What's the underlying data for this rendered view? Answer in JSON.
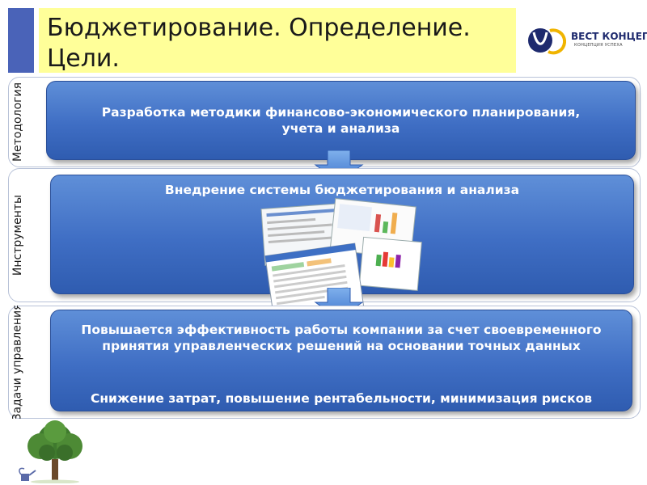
{
  "title": {
    "line1": "Бюджетирование. Определение.",
    "line2": "Цели."
  },
  "logo": {
    "name": "ВЕСТ КОНЦЕПТ",
    "tagline": "КОНЦЕПЦИЯ УСПЕХА"
  },
  "sections": [
    {
      "side_label": "Методология",
      "text": "Разработка методики финансово-экономического планирования, учета и анализа"
    },
    {
      "side_label": "Инструменты",
      "text": "Внедрение системы бюджетирования и анализа"
    },
    {
      "side_label": "Задачи управления",
      "text_main": "Повышается эффективность работы компании за счет своевременного принятия управленческих решений на основании точных данных",
      "text_secondary": "Снижение затрат, повышение рентабельности, минимизация рисков"
    }
  ],
  "colors": {
    "title_bg": "#ffff99",
    "accent": "#4a63b8",
    "panel": "#3f6ec4"
  },
  "icons": [
    "logo-emblem-icon",
    "arrow-down-icon",
    "tree-icon",
    "watering-can-icon"
  ]
}
